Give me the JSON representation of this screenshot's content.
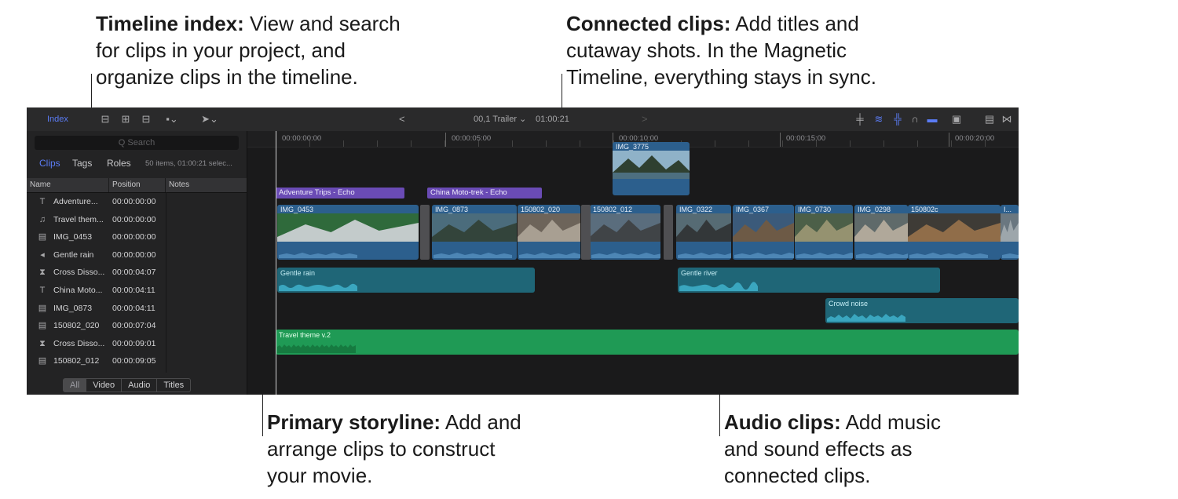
{
  "callouts": {
    "timeline_index": {
      "title": "Timeline index:",
      "text1": " View and search",
      "text2": "for clips in your project, and",
      "text3": "organize clips in the timeline."
    },
    "connected_clips": {
      "title": "Connected clips:",
      "text1": " Add titles and",
      "text2": "cutaway shots. In the Magnetic",
      "text3": "Timeline, everything stays in sync."
    },
    "primary_storyline": {
      "title": "Primary storyline:",
      "text1": " Add and",
      "text2": "arrange clips to construct",
      "text3": "your movie."
    },
    "audio_clips": {
      "title": "Audio clips:",
      "text1": " Add music",
      "text2": "and sound effects as",
      "text3": "connected clips."
    }
  },
  "toolbar": {
    "index_label": "Index",
    "back_arrow": "<",
    "forward_arrow": ">",
    "project_name": "00,1 Trailer ⌄",
    "timecode": "01:00:21"
  },
  "index": {
    "search_placeholder": "Q Search",
    "tabs": {
      "clips": "Clips",
      "tags": "Tags",
      "roles": "Roles"
    },
    "selection_info": "50 items, 01:00:21 selec...",
    "columns": {
      "name": "Name",
      "position": "Position",
      "notes": "Notes"
    },
    "rows": [
      {
        "icon": "title-icon",
        "name": "Adventure...",
        "position": "00:00:00:00"
      },
      {
        "icon": "music-icon",
        "name": "Travel them...",
        "position": "00:00:00:00"
      },
      {
        "icon": "film-icon",
        "name": "IMG_0453",
        "position": "00:00:00:00"
      },
      {
        "icon": "audio-icon",
        "name": "Gentle rain",
        "position": "00:00:00:00"
      },
      {
        "icon": "transition-icon",
        "name": "Cross Disso...",
        "position": "00:00:04:07"
      },
      {
        "icon": "title-icon",
        "name": "China Moto...",
        "position": "00:00:04:11"
      },
      {
        "icon": "film-icon",
        "name": "IMG_0873",
        "position": "00:00:04:11"
      },
      {
        "icon": "film-icon",
        "name": "150802_020",
        "position": "00:00:07:04"
      },
      {
        "icon": "transition-icon",
        "name": "Cross Disso...",
        "position": "00:00:09:01"
      },
      {
        "icon": "film-icon",
        "name": "150802_012",
        "position": "00:00:09:05"
      }
    ],
    "filters": {
      "all": "All",
      "video": "Video",
      "audio": "Audio",
      "titles": "Titles"
    }
  },
  "timeline": {
    "ruler": [
      "00:00:00:00",
      "00:00:05:00",
      "00:00:10:00",
      "00:00:15:00",
      "00:00:20:00"
    ],
    "connected_clip": "IMG_3775",
    "titles": [
      "Adventure Trips - Echo",
      "China Moto-trek - Echo"
    ],
    "primary_clips": [
      "IMG_0453",
      "IMG_0873",
      "150802_020",
      "150802_012",
      "IMG_0322",
      "IMG_0367",
      "IMG_0730",
      "IMG_0298",
      "150802c",
      "I..."
    ],
    "audio": [
      "Gentle rain",
      "Gentle river",
      "Crowd noise"
    ],
    "music": "Travel theme v.2"
  }
}
